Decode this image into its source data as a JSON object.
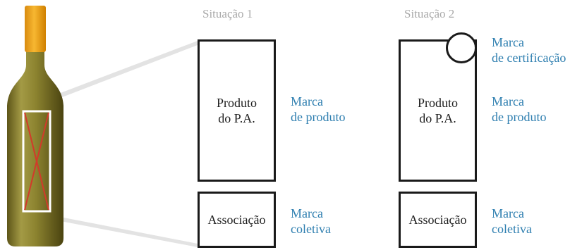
{
  "colors": {
    "accent_text": "#2f7fb0",
    "heading_text": "#a9a9a9",
    "box_border": "#1a1a1a",
    "bottle_cap": "#f0a21c",
    "bottle_glass": "#8a7a2a",
    "label_cross": "#d23a2a"
  },
  "icons": {
    "bottle": "wine-bottle-illustration",
    "certification": "circle-mark-icon"
  },
  "situation1": {
    "title": "Situação 1",
    "product_box": {
      "line1": "Produto",
      "line2": "do P.A."
    },
    "product_label": {
      "line1": "Marca",
      "line2": "de produto"
    },
    "association_box": "Associação",
    "association_label": {
      "line1": "Marca",
      "line2": "coletiva"
    }
  },
  "situation2": {
    "title": "Situação 2",
    "certification_label": {
      "line1": "Marca",
      "line2": "de certificação"
    },
    "product_box": {
      "line1": "Produto",
      "line2": "do P.A."
    },
    "product_label": {
      "line1": "Marca",
      "line2": "de produto"
    },
    "association_box": "Associação",
    "association_label": {
      "line1": "Marca",
      "line2": "coletiva"
    }
  }
}
